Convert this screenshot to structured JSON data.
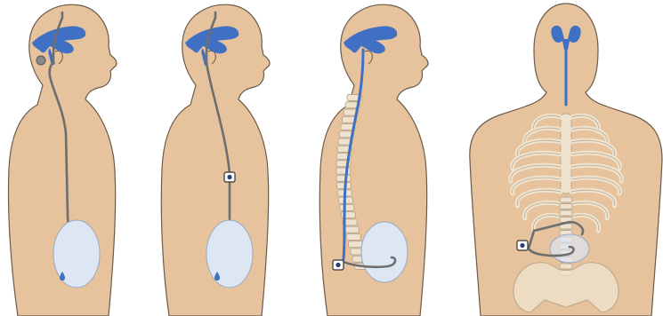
{
  "colors": {
    "background": "#ffffff",
    "skin": "#e6c39c",
    "skin_outline": "#6b5a4a",
    "csf_blue": "#3f70c4",
    "catheter": "#6e6e6e",
    "abdomen_fill": "#dde6f3",
    "abdomen_outline": "#9aa9c2",
    "bone": "#efe3cf",
    "bone_outline": "#b8a78e",
    "valve_fill": "#ffffff"
  },
  "panels": [
    {
      "id": "vp-shunt-reservoir",
      "icon": "profile-silhouette-icon",
      "features": [
        "brain-ventricles",
        "skull-reservoir",
        "catheter-to-abdomen",
        "abdomen-cavity",
        "fluid-droplet"
      ]
    },
    {
      "id": "vp-shunt-chest-valve",
      "icon": "profile-silhouette-icon",
      "features": [
        "brain-ventricles",
        "catheter",
        "chest-valve",
        "abdomen-cavity",
        "fluid-droplet"
      ]
    },
    {
      "id": "lumboperitoneal-shunt",
      "icon": "profile-silhouette-icon",
      "features": [
        "brain-ventricles",
        "spinal-canal",
        "spine",
        "lumbar-valve",
        "abdomen-cavity"
      ]
    },
    {
      "id": "frontal-shunt-view",
      "icon": "frontal-silhouette-icon",
      "features": [
        "brain-ventricles",
        "spinal-canal",
        "rib-cage",
        "spine",
        "valve",
        "abdomen-coil",
        "pelvis"
      ]
    }
  ]
}
